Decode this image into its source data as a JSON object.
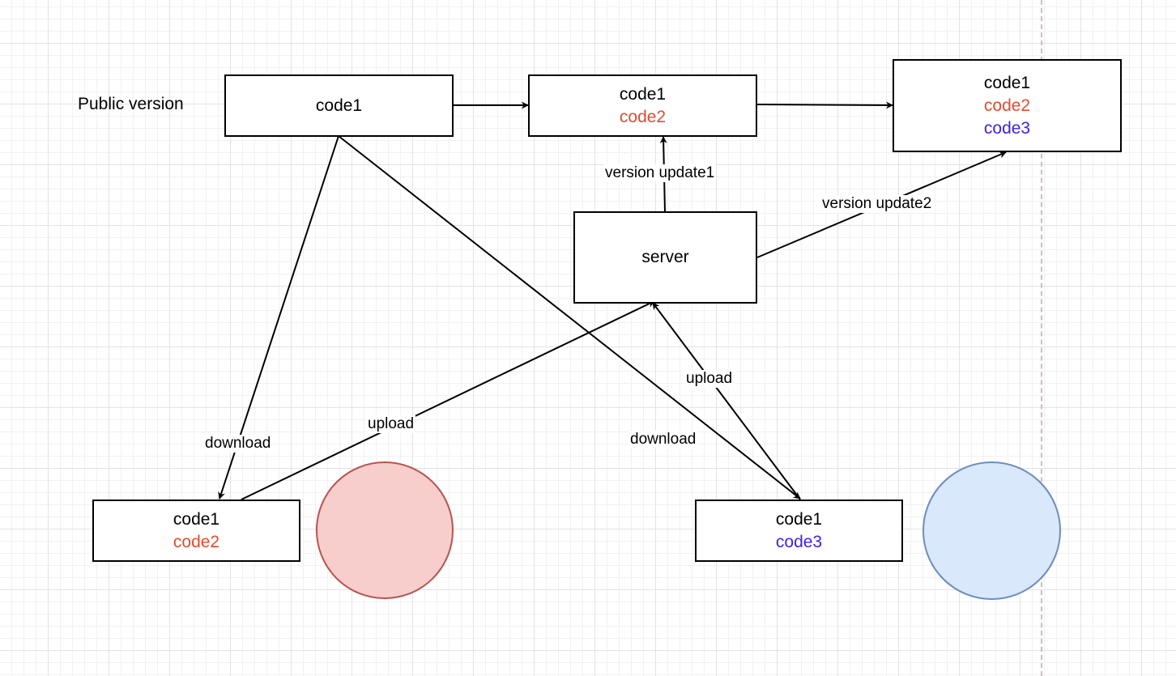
{
  "title": "Public version",
  "nodes": {
    "public": {
      "lines": [
        "code1"
      ]
    },
    "v2": {
      "lines": [
        "code1",
        "code2"
      ]
    },
    "v3": {
      "lines": [
        "code1",
        "code2",
        "code3"
      ]
    },
    "server": {
      "lines": [
        "server"
      ]
    },
    "client_a": {
      "lines": [
        "code1",
        "code2"
      ]
    },
    "client_b": {
      "lines": [
        "code1",
        "code3"
      ]
    }
  },
  "edge_labels": {
    "version_update1": "version update1",
    "version_update2": "version update2",
    "download_left": "download",
    "download_right": "download",
    "upload_left": "upload",
    "upload_right": "upload"
  },
  "colors": {
    "code1": "#000000",
    "code2": "#e8492d",
    "code3": "#3d1ef0",
    "circle_red_fill": "#f8cecc",
    "circle_red_stroke": "#b85450",
    "circle_blue_fill": "#dae8fc",
    "circle_blue_stroke": "#6c8ebf"
  }
}
